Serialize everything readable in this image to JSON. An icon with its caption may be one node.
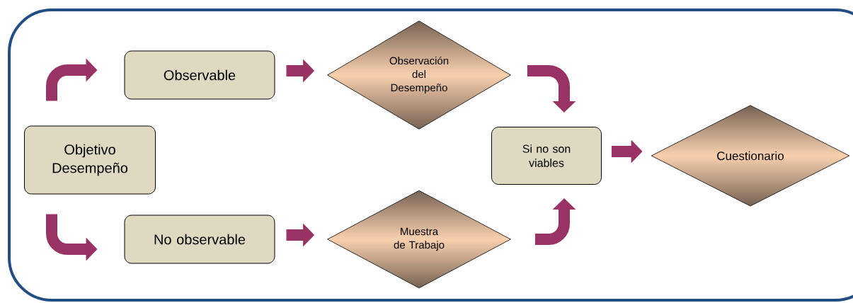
{
  "diagram": {
    "nodes": [
      {
        "text": [
          "Objetivo Desempeño"
        ]
      },
      {
        "text": [
          "Observable"
        ]
      },
      {
        "text": [
          "Observación del Desempeño"
        ]
      },
      {
        "text": [
          "No observable"
        ]
      },
      {
        "text": [
          "Muestra de Trabajo"
        ]
      },
      {
        "text": [
          "Si no son viables"
        ]
      },
      {
        "text": [
          "Cuestionario"
        ]
      }
    ],
    "edges": [
      {
        "from": 0,
        "to": 1,
        "arrow": "to"
      },
      {
        "from": 1,
        "to": 2,
        "arrow": "to"
      },
      {
        "from": 0,
        "to": 3,
        "arrow": "to"
      },
      {
        "from": 3,
        "to": 4,
        "arrow": "to"
      },
      {
        "from": 2,
        "to": 5,
        "arrow": "to"
      },
      {
        "from": 4,
        "to": 5,
        "arrow": "to"
      },
      {
        "from": 5,
        "to": 6,
        "arrow": "to"
      }
    ]
  }
}
